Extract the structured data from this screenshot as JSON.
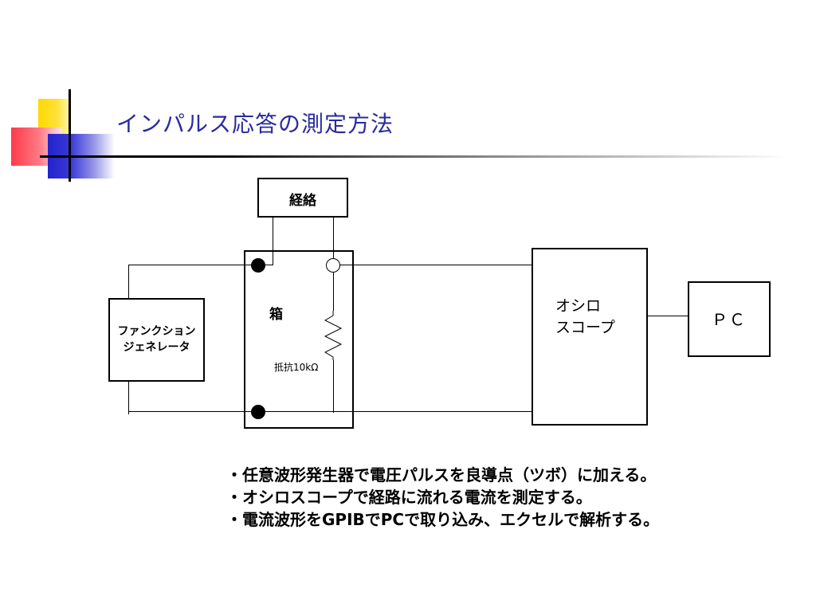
{
  "title": "インパルス応答の測定方法",
  "diagram": {
    "meridian_label": "経絡",
    "box_label": "箱",
    "resistor_label": "抵抗10kΩ",
    "function_generator_label": [
      "ファンクション",
      "ジェネレータ"
    ],
    "oscilloscope_label": [
      "オシロ",
      "スコープ"
    ],
    "pc_label": "ＰＣ"
  },
  "bullets": [
    "・任意波形発生器で電圧パルスを良導点（ツボ）に加える。",
    "・オシロスコープで経路に流れる電流を測定する。",
    "・電流波形をGPIBでPCで取り込み、エクセルで解析する。"
  ]
}
